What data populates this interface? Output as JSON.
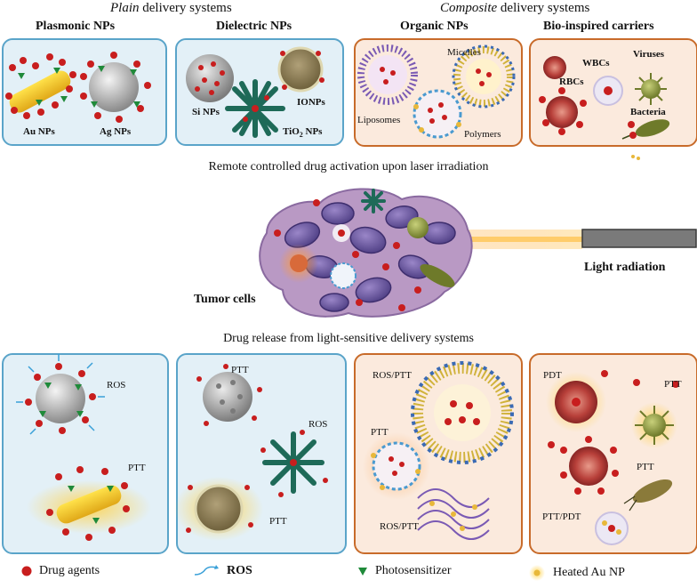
{
  "headers": {
    "plain_em": "Plain",
    "plain_rest": " delivery systems",
    "composite_em": "Composite",
    "composite_rest": " delivery systems"
  },
  "panel_titles": {
    "plasmonic": "Plasmonic NPs",
    "dielectric": "Dielectric NPs",
    "organic": "Organic NPs",
    "bio": "Bio-inspired carriers"
  },
  "top_labels": {
    "au": "Au NPs",
    "ag": "Ag NPs",
    "si": "Si NPs",
    "ionps": "IONPs",
    "tio2": "TiO",
    "tio2_sub": "2",
    "tio2_rest": " NPs",
    "micelles": "Micelles",
    "liposomes": "Liposomes",
    "polymers": "Polymers",
    "wbcs": "WBCs",
    "viruses": "Viruses",
    "rbcs": "RBCs",
    "bacteria": "Bacteria"
  },
  "middle": {
    "caption_top": "Remote controlled drug activation upon laser irradiation",
    "tumor": "Tumor cells",
    "light": "Light radiation",
    "caption_bottom": "Drug release from light-sensitive delivery systems"
  },
  "bottom_labels": {
    "b1_ros": "ROS",
    "b1_ptt": "PTT",
    "b2_ptt_top": "PTT",
    "b2_ros": "ROS",
    "b2_ptt_bottom": "PTT",
    "b3_rosptt_top": "ROS/PTT",
    "b3_ptt": "PTT",
    "b3_rosptt_bottom": "ROS/PTT",
    "b4_pdt": "PDT",
    "b4_ptt_top": "PTT",
    "b4_ptt_mid": "PTT",
    "b4_pttpdt": "PTT/PDT"
  },
  "legend": [
    {
      "icon": "drug-agent-icon",
      "label": "Drug agents"
    },
    {
      "icon": "ros-icon",
      "label": "ROS"
    },
    {
      "icon": "photosensitizer-icon",
      "label": "Photosensitizer"
    },
    {
      "icon": "heated-au-np-icon",
      "label": "Heated Au NP"
    }
  ],
  "colors": {
    "plain_border": "#5aa4c9",
    "composite_border": "#c86b2a",
    "drug": "#c81e1e",
    "photosensitizer": "#1f8a3a",
    "ros": "#3aa0d8",
    "gold": "#e8b83a"
  }
}
